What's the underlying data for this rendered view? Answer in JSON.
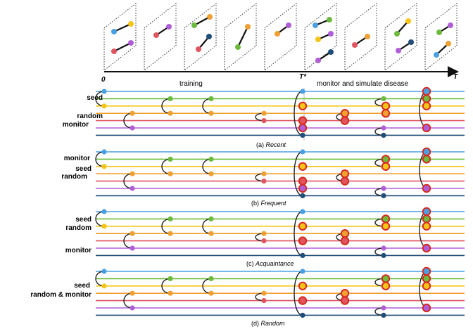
{
  "timeline": {
    "start_label": "0",
    "split_label": "T*",
    "end_label": "T",
    "training_label": "training",
    "monitor_label": "monitor and simulate disease"
  },
  "colors": {
    "blue": "#4a9fe3",
    "green": "#6cbb3c",
    "yellow": "#f5c518",
    "orange": "#f0a030",
    "red": "#e05560",
    "purple": "#b05ed8",
    "navy": "#1f4e79",
    "ring": "#d62a1e"
  },
  "panels": [
    {
      "caption_prefix": "(a) ",
      "caption_name": "Recent",
      "labels": [
        "seed",
        "random",
        "monitor"
      ]
    },
    {
      "caption_prefix": "(b) ",
      "caption_name": "Frequent",
      "labels": [
        "monitor",
        "seed",
        "random"
      ]
    },
    {
      "caption_prefix": "(c) ",
      "caption_name": "Acquaintance",
      "labels": [
        "seed",
        "random",
        "monitor"
      ]
    },
    {
      "caption_prefix": "(d) ",
      "caption_name": "Random",
      "labels": [
        "seed",
        "random & monitor"
      ]
    }
  ]
}
